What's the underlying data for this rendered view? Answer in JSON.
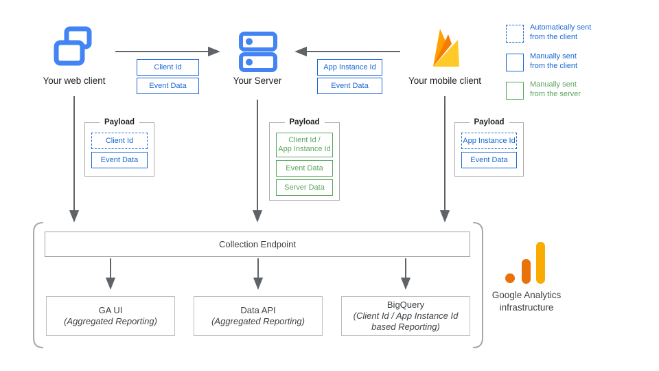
{
  "nodes": {
    "web_client": "Your web client",
    "server": "Your Server",
    "mobile_client": "Your mobile client"
  },
  "flow_web_to_server": {
    "id": "Client Id",
    "event": "Event Data"
  },
  "flow_mobile_to_server": {
    "id": "App Instance Id",
    "event": "Event Data"
  },
  "legend": {
    "auto_client": "Automatically sent\nfrom the client",
    "manual_client": "Manually sent\nfrom the client",
    "manual_server": "Manually sent\nfrom the server"
  },
  "payload_web": {
    "title": "Payload",
    "client_id": "Client Id",
    "event_data": "Event Data"
  },
  "payload_server": {
    "title": "Payload",
    "ids": "Client Id /\nApp Instance Id",
    "event_data": "Event Data",
    "server_data": "Server Data"
  },
  "payload_mobile": {
    "title": "Payload",
    "app_instance_id": "App Instance Id",
    "event_data": "Event Data"
  },
  "infrastructure": {
    "collection_endpoint": "Collection Endpoint",
    "ga_ui_title": "GA UI",
    "ga_ui_sub": "(Aggregated Reporting)",
    "data_api_title": "Data API",
    "data_api_sub": "(Aggregated Reporting)",
    "bigquery_title": "BigQuery",
    "bigquery_sub": "(Client Id / App Instance Id\nbased Reporting)",
    "label": "Google Analytics\ninfrastructure"
  },
  "colors": {
    "label_blue": "#1967D2",
    "icon_blue": "#4284F3",
    "green": "#58A55C",
    "arrow_gray": "#5F6368",
    "bracket_gray": "#A5A8AB",
    "ga_amber": "#F9AB00",
    "ga_orange": "#E8710A",
    "firebase_yellow": "#FFCA28",
    "firebase_orange": "#FFA000",
    "firebase_dark_orange": "#F57C00"
  }
}
